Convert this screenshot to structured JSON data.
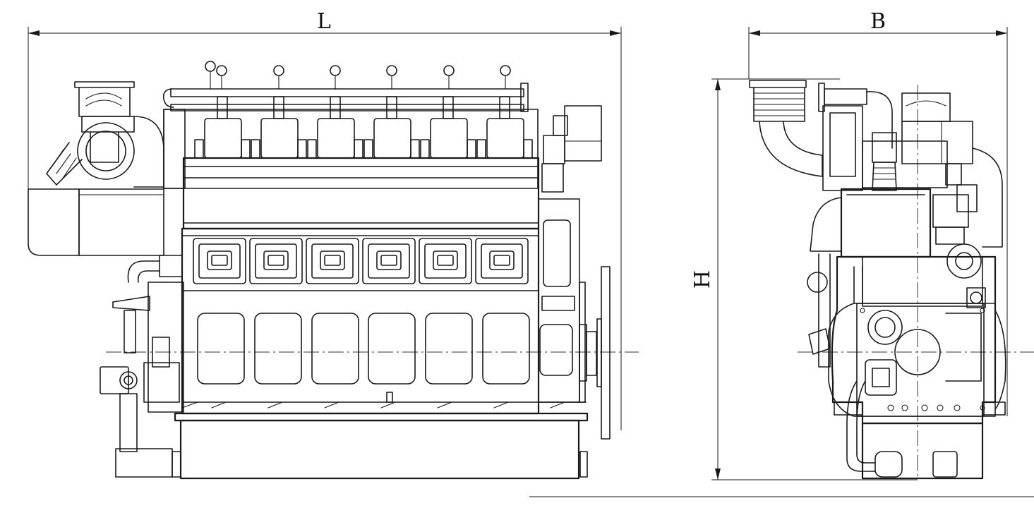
{
  "dimension_labels": {
    "length": "L",
    "width": "B",
    "height": "H"
  }
}
